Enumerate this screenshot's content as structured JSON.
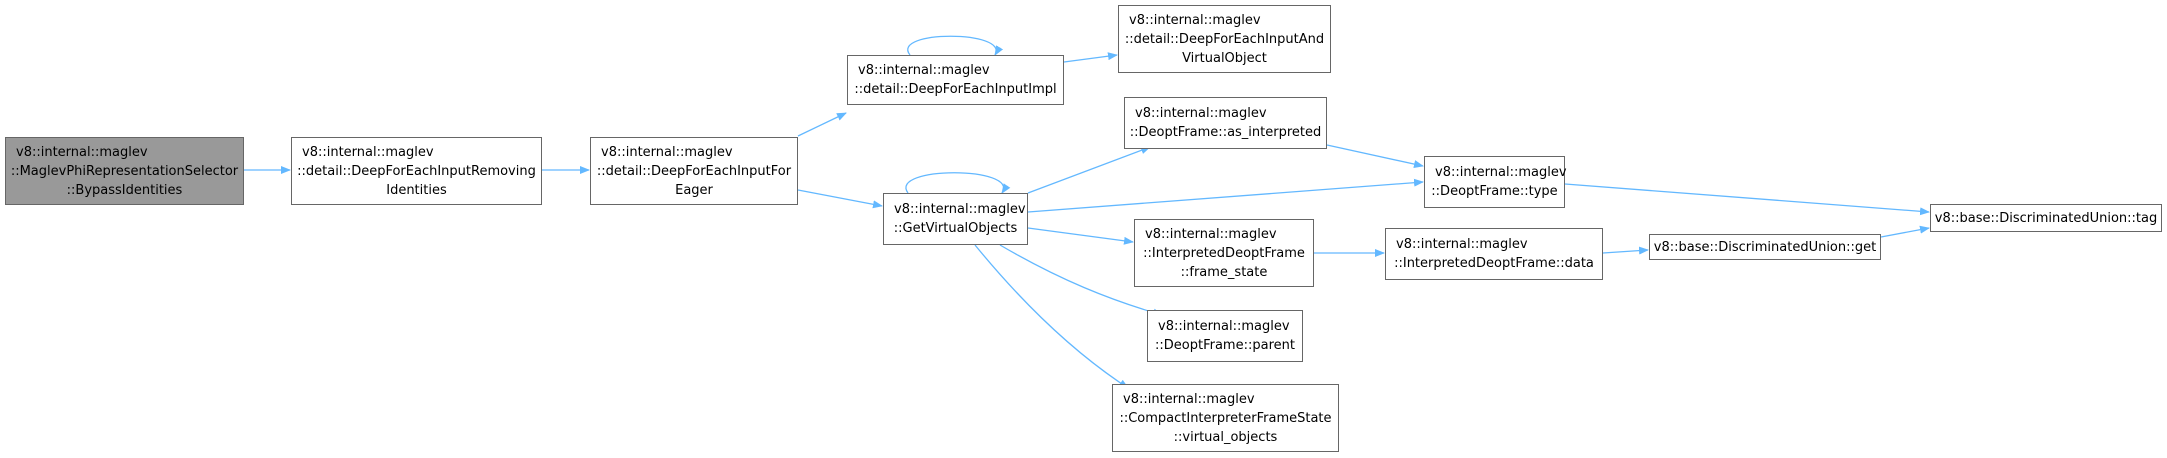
{
  "colors": {
    "edge": "#63b8ff",
    "node_border": "#666666",
    "root_fill": "#999999",
    "node_fill": "#ffffff"
  },
  "nodes": {
    "bypass": {
      "lines": [
        "v8::internal::maglev",
        "::MaglevPhiRepresentationSelector",
        "::BypassIdentities"
      ]
    },
    "removing": {
      "lines": [
        "v8::internal::maglev",
        "::detail::DeepForEachInputRemoving",
        "Identities"
      ]
    },
    "eager": {
      "lines": [
        "v8::internal::maglev",
        "::detail::DeepForEachInputFor",
        "Eager"
      ]
    },
    "impl": {
      "lines": [
        "v8::internal::maglev",
        "::detail::DeepForEachInputImpl"
      ]
    },
    "andvirtual": {
      "lines": [
        "v8::internal::maglev",
        "::detail::DeepForEachInputAnd",
        "VirtualObject"
      ]
    },
    "getvirtual": {
      "lines": [
        "v8::internal::maglev",
        "::GetVirtualObjects"
      ]
    },
    "asinterp": {
      "lines": [
        "v8::internal::maglev",
        "::DeoptFrame::as_interpreted"
      ]
    },
    "type": {
      "lines": [
        "v8::internal::maglev",
        "::DeoptFrame::type"
      ]
    },
    "framestate": {
      "lines": [
        "v8::internal::maglev",
        "::InterpretedDeoptFrame",
        "::frame_state"
      ]
    },
    "data": {
      "lines": [
        "v8::internal::maglev",
        "::InterpretedDeoptFrame::data"
      ]
    },
    "parent": {
      "lines": [
        "v8::internal::maglev",
        "::DeoptFrame::parent"
      ]
    },
    "virtobjs": {
      "lines": [
        "v8::internal::maglev",
        "::CompactInterpreterFrameState",
        "::virtual_objects"
      ]
    },
    "get": {
      "lines": [
        "v8::base::DiscriminatedUnion::get"
      ]
    },
    "tag": {
      "lines": [
        "v8::base::DiscriminatedUnion::tag"
      ]
    }
  }
}
